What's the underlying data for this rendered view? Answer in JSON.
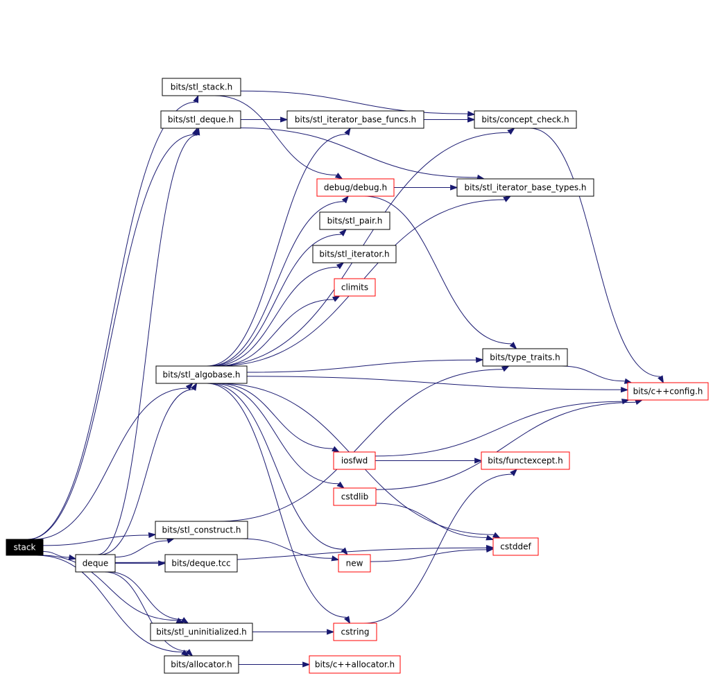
{
  "colors": {
    "edge": "#191970",
    "box_black": "#000000",
    "box_red": "#ff0000",
    "root_fill": "#000000",
    "root_text": "#ffffff"
  },
  "nodes": {
    "stack": {
      "label": "stack",
      "style": "root"
    },
    "bits_stl_stack_h": {
      "label": "bits/stl_stack.h",
      "style": "black"
    },
    "bits_stl_deque_h": {
      "label": "bits/stl_deque.h",
      "style": "black"
    },
    "bits_stl_iterator_base_funcs_h": {
      "label": "bits/stl_iterator_base_funcs.h",
      "style": "black"
    },
    "bits_concept_check_h": {
      "label": "bits/concept_check.h",
      "style": "black"
    },
    "debug_debug_h": {
      "label": "debug/debug.h",
      "style": "red"
    },
    "bits_stl_iterator_base_types_h": {
      "label": "bits/stl_iterator_base_types.h",
      "style": "black"
    },
    "bits_stl_pair_h": {
      "label": "bits/stl_pair.h",
      "style": "black"
    },
    "bits_stl_iterator_h": {
      "label": "bits/stl_iterator.h",
      "style": "black"
    },
    "climits": {
      "label": "climits",
      "style": "red"
    },
    "bits_type_traits_h": {
      "label": "bits/type_traits.h",
      "style": "black"
    },
    "bits_stl_algobase_h": {
      "label": "bits/stl_algobase.h",
      "style": "black"
    },
    "bits_cxx_config_h": {
      "label": "bits/c++config.h",
      "style": "red"
    },
    "iosfwd": {
      "label": "iosfwd",
      "style": "red"
    },
    "bits_functexcept_h": {
      "label": "bits/functexcept.h",
      "style": "red"
    },
    "cstdlib": {
      "label": "cstdlib",
      "style": "red"
    },
    "bits_stl_construct_h": {
      "label": "bits/stl_construct.h",
      "style": "black"
    },
    "cstddef": {
      "label": "cstddef",
      "style": "red"
    },
    "deque": {
      "label": "deque",
      "style": "black"
    },
    "bits_deque_tcc": {
      "label": "bits/deque.tcc",
      "style": "black"
    },
    "new": {
      "label": "new",
      "style": "red"
    },
    "bits_stl_uninitialized_h": {
      "label": "bits/stl_uninitialized.h",
      "style": "black"
    },
    "cstring": {
      "label": "cstring",
      "style": "red"
    },
    "bits_allocator_h": {
      "label": "bits/allocator.h",
      "style": "black"
    },
    "bits_cxx_allocator_h": {
      "label": "bits/c++allocator.h",
      "style": "red"
    }
  },
  "edges": [
    [
      "stack",
      "bits_stl_stack_h"
    ],
    [
      "stack",
      "bits_stl_deque_h"
    ],
    [
      "stack",
      "bits_stl_algobase_h"
    ],
    [
      "stack",
      "bits_stl_construct_h"
    ],
    [
      "stack",
      "deque"
    ],
    [
      "stack",
      "bits_stl_uninitialized_h"
    ],
    [
      "stack",
      "bits_allocator_h"
    ],
    [
      "bits_stl_stack_h",
      "bits_concept_check_h"
    ],
    [
      "bits_stl_stack_h",
      "debug_debug_h"
    ],
    [
      "bits_stl_deque_h",
      "bits_stl_iterator_base_funcs_h"
    ],
    [
      "bits_stl_deque_h",
      "bits_concept_check_h"
    ],
    [
      "bits_stl_deque_h",
      "bits_stl_iterator_base_types_h"
    ],
    [
      "bits_stl_iterator_base_funcs_h",
      "bits_concept_check_h"
    ],
    [
      "bits_concept_check_h",
      "bits_cxx_config_h"
    ],
    [
      "debug_debug_h",
      "bits_stl_iterator_base_types_h"
    ],
    [
      "debug_debug_h",
      "bits_type_traits_h"
    ],
    [
      "bits_type_traits_h",
      "bits_cxx_config_h"
    ],
    [
      "bits_stl_algobase_h",
      "bits_stl_iterator_base_funcs_h"
    ],
    [
      "bits_stl_algobase_h",
      "bits_concept_check_h"
    ],
    [
      "bits_stl_algobase_h",
      "debug_debug_h"
    ],
    [
      "bits_stl_algobase_h",
      "bits_stl_iterator_base_types_h"
    ],
    [
      "bits_stl_algobase_h",
      "bits_stl_pair_h"
    ],
    [
      "bits_stl_algobase_h",
      "bits_stl_iterator_h"
    ],
    [
      "bits_stl_algobase_h",
      "climits"
    ],
    [
      "bits_stl_algobase_h",
      "bits_type_traits_h"
    ],
    [
      "bits_stl_algobase_h",
      "bits_cxx_config_h"
    ],
    [
      "bits_stl_algobase_h",
      "iosfwd"
    ],
    [
      "bits_stl_algobase_h",
      "cstdlib"
    ],
    [
      "bits_stl_algobase_h",
      "cstddef"
    ],
    [
      "bits_stl_algobase_h",
      "new"
    ],
    [
      "bits_stl_algobase_h",
      "cstring"
    ],
    [
      "iosfwd",
      "bits_cxx_config_h"
    ],
    [
      "iosfwd",
      "bits_functexcept_h"
    ],
    [
      "cstdlib",
      "bits_cxx_config_h"
    ],
    [
      "cstdlib",
      "cstddef"
    ],
    [
      "bits_stl_construct_h",
      "bits_type_traits_h"
    ],
    [
      "bits_stl_construct_h",
      "new"
    ],
    [
      "deque",
      "bits_stl_algobase_h"
    ],
    [
      "deque",
      "bits_stl_deque_h"
    ],
    [
      "deque",
      "bits_deque_tcc"
    ],
    [
      "deque",
      "bits_stl_construct_h"
    ],
    [
      "deque",
      "bits_stl_uninitialized_h"
    ],
    [
      "deque",
      "bits_allocator_h"
    ],
    [
      "deque",
      "cstddef"
    ],
    [
      "new",
      "cstddef"
    ],
    [
      "bits_stl_uninitialized_h",
      "cstring"
    ],
    [
      "cstring",
      "bits_functexcept_h"
    ],
    [
      "bits_allocator_h",
      "bits_cxx_allocator_h"
    ]
  ]
}
